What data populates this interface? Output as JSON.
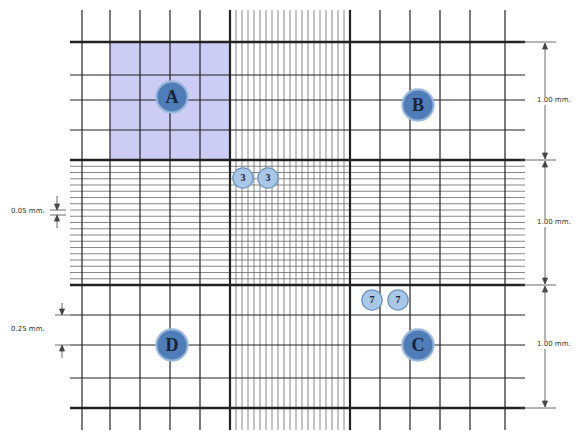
{
  "diagram": {
    "nodes": [
      {
        "text": [
          "A"
        ]
      },
      {
        "text": [
          "B"
        ]
      },
      {
        "text": [
          "3"
        ]
      },
      {
        "text": [
          "3"
        ]
      },
      {
        "text": [
          "7"
        ]
      },
      {
        "text": [
          "7"
        ]
      },
      {
        "text": [
          "D"
        ]
      },
      {
        "text": [
          "C"
        ]
      }
    ],
    "labels": [
      "1.00 mm.",
      "1.00 mm.",
      "1.00 mm.",
      "0.05 mm.",
      "0.25 mm."
    ]
  }
}
